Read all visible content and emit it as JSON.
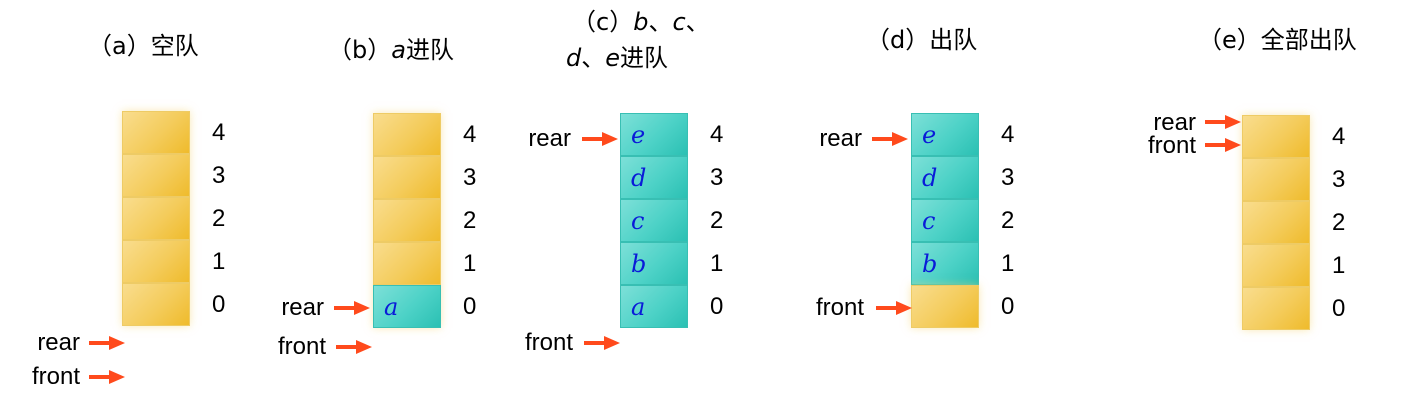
{
  "colors": {
    "empty_cell": "#f4cc5c",
    "filled_cell": "#4dd2c7",
    "element_text": "#0a1bd8",
    "arrow": "#ff4a1c"
  },
  "labels": {
    "rear": "rear",
    "front": "front"
  },
  "indices": [
    "4",
    "3",
    "2",
    "1",
    "0"
  ],
  "panels": [
    {
      "id": "a",
      "title_prefix": "（a）",
      "title_italic": "",
      "title_suffix": "空队",
      "cells": [
        "",
        "",
        "",
        "",
        ""
      ]
    },
    {
      "id": "b",
      "title_prefix": "（b）",
      "title_italic": "a",
      "title_suffix": "进队",
      "cells": [
        "",
        "",
        "",
        "",
        "a"
      ]
    },
    {
      "id": "c",
      "title_line1_prefix": "（c）",
      "title_line1_it1": "b",
      "title_line1_sep": "、",
      "title_line1_it2": "c",
      "title_line1_end": "、",
      "title_line2_it1": "d",
      "title_line2_sep": "、",
      "title_line2_it2": "e",
      "title_line2_suffix": "进队",
      "cells": [
        "e",
        "d",
        "c",
        "b",
        "a"
      ]
    },
    {
      "id": "d",
      "title_prefix": "（d）",
      "title_italic": "",
      "title_suffix": "出队",
      "cells": [
        "e",
        "d",
        "c",
        "b",
        ""
      ]
    },
    {
      "id": "e",
      "title_prefix": "（e）",
      "title_italic": "",
      "title_suffix": "全部出队",
      "cells": [
        "",
        "",
        "",
        "",
        ""
      ]
    }
  ]
}
